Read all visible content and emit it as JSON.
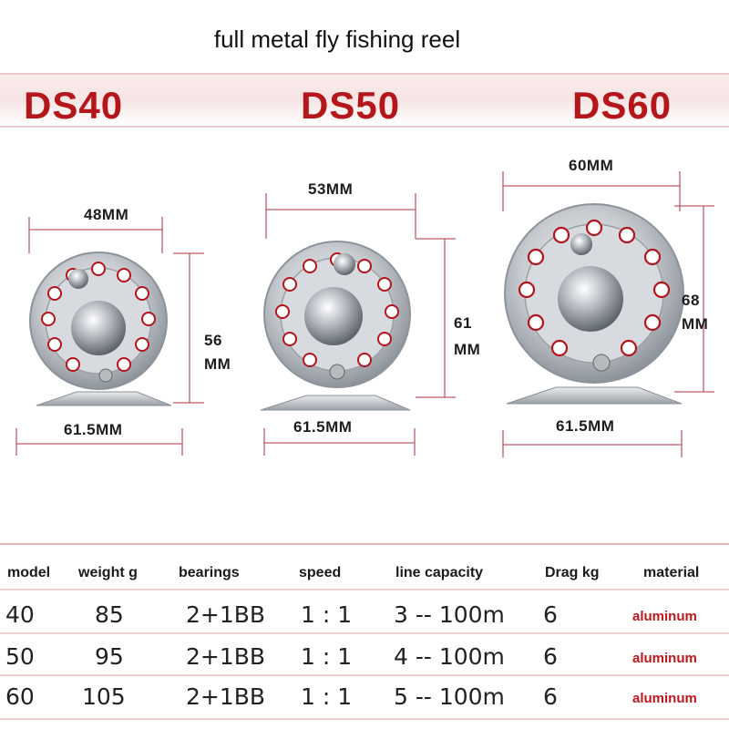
{
  "title": "full metal fly fishing reel",
  "models": [
    {
      "name": "DS40",
      "width": "48MM",
      "height_top": "56",
      "height_bottom": "MM",
      "base": "61.5MM"
    },
    {
      "name": "DS50",
      "width": "53MM",
      "height_top": "61",
      "height_bottom": "MM",
      "base": "61.5MM"
    },
    {
      "name": "DS60",
      "width": "60MM",
      "height_top": "68",
      "height_bottom": "MM",
      "base": "61.5MM"
    }
  ],
  "spec_table": {
    "headers": [
      "model",
      "weight g",
      "bearings",
      "speed",
      "line capacity",
      "Drag kg",
      "material"
    ],
    "rows": [
      {
        "model": "40",
        "weight": "85",
        "bearings": "2+1BB",
        "speed": "1 : 1",
        "line": "3 -- 100m",
        "drag": "6",
        "material": "aluminum"
      },
      {
        "model": "50",
        "weight": "95",
        "bearings": "2+1BB",
        "speed": "1 : 1",
        "line": "4 -- 100m",
        "drag": "6",
        "material": "aluminum"
      },
      {
        "model": "60",
        "weight": "105",
        "bearings": "2+1BB",
        "speed": "1 : 1",
        "line": "5 -- 100m",
        "drag": "6",
        "material": "aluminum"
      }
    ]
  },
  "colors": {
    "accent_red": "#b5161b",
    "dimension_line": "#c05a6a",
    "reel_silver": "#c8ccd0"
  }
}
